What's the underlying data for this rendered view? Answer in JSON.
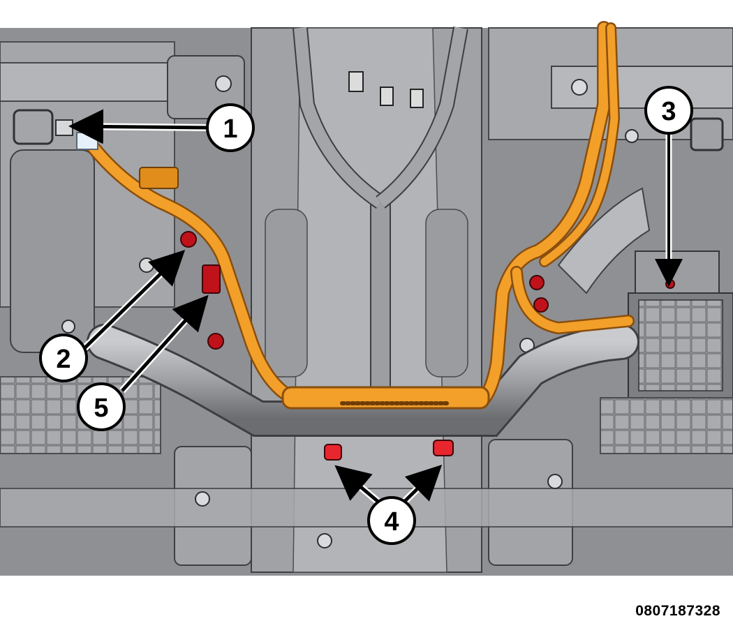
{
  "figure_id": "0807187328",
  "callouts": [
    {
      "id": "1",
      "label": "1"
    },
    {
      "id": "2",
      "label": "2"
    },
    {
      "id": "3",
      "label": "3"
    },
    {
      "id": "4",
      "label": "4"
    },
    {
      "id": "5",
      "label": "5"
    }
  ],
  "colors": {
    "harness": "#f2a02a",
    "harness_edge": "#a86410",
    "frame_gray": "#8d8f92",
    "frame_dark": "#4c4e52",
    "fastener_red": "#c0121a",
    "background": "#ffffff"
  }
}
